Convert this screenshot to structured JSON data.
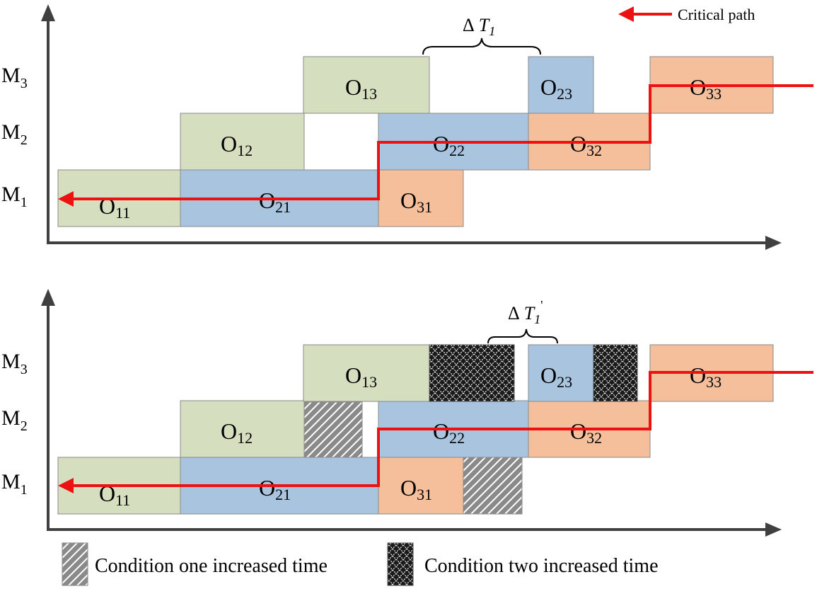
{
  "legend_top": {
    "critical_path_label": "Critical path"
  },
  "machines": [
    {
      "id": "M3",
      "main": "M",
      "sub": "3"
    },
    {
      "id": "M2",
      "main": "M",
      "sub": "2"
    },
    {
      "id": "M1",
      "main": "M",
      "sub": "1"
    }
  ],
  "operations": [
    {
      "id": "O11",
      "main": "O",
      "sub": "11",
      "machine": "M1",
      "group": "job1"
    },
    {
      "id": "O21",
      "main": "O",
      "sub": "21",
      "machine": "M1",
      "group": "job2"
    },
    {
      "id": "O31",
      "main": "O",
      "sub": "31",
      "machine": "M1",
      "group": "job3"
    },
    {
      "id": "O12",
      "main": "O",
      "sub": "12",
      "machine": "M2",
      "group": "job1"
    },
    {
      "id": "O22",
      "main": "O",
      "sub": "22",
      "machine": "M2",
      "group": "job2"
    },
    {
      "id": "O32",
      "main": "O",
      "sub": "32",
      "machine": "M2",
      "group": "job3"
    },
    {
      "id": "O13",
      "main": "O",
      "sub": "13",
      "machine": "M3",
      "group": "job1"
    },
    {
      "id": "O23",
      "main": "O",
      "sub": "23",
      "machine": "M3",
      "group": "job2"
    },
    {
      "id": "O33",
      "main": "O",
      "sub": "33",
      "machine": "M3",
      "group": "job3"
    }
  ],
  "delta_top": {
    "delta": "Δ",
    "symbol": "T",
    "sub": "1",
    "prime": ""
  },
  "delta_bottom": {
    "delta": "Δ",
    "symbol": "T",
    "sub": "1",
    "prime": "'"
  },
  "legend_bottom": {
    "condition_one": "Condition one increased time",
    "condition_two": "Condition two increased time"
  },
  "colors": {
    "job1": "#d5dfbf",
    "job2": "#a9c4df",
    "job3": "#f4bf9a",
    "critical_path": "#ee1111",
    "axis": "#404040",
    "hatch_bg": "#8a8a8a",
    "cross_bg": "#1a1a1a"
  },
  "icons": {
    "critical_path_arrow": "left-arrow-icon",
    "condition_one_swatch": "diagonal-hatch-icon",
    "condition_two_swatch": "crosshatch-icon"
  }
}
